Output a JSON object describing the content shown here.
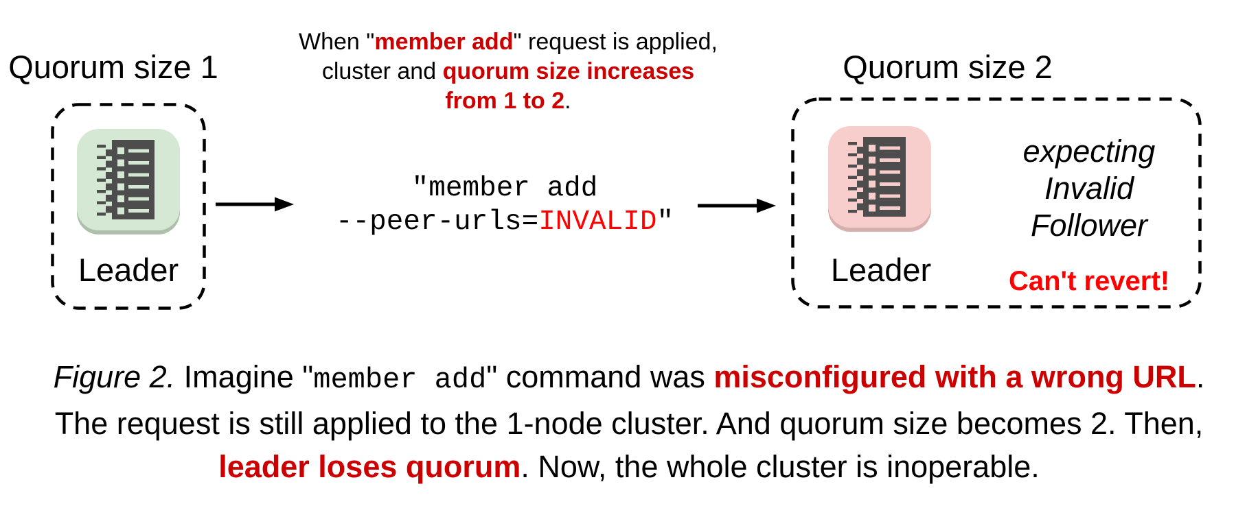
{
  "figure": {
    "left_cluster": {
      "title": "Quorum size 1",
      "node_label": "Leader"
    },
    "annotation": {
      "line1_black": "When \"",
      "line1_red": "member add",
      "line1_black2": "\" request is applied,",
      "line2_black": "cluster and ",
      "line2_red": "quorum size increases",
      "line3_red": "from 1 to 2",
      "line3_black": "."
    },
    "command": {
      "line1": "\"member add",
      "line2_black": "--peer-urls=",
      "line2_red": "INVALID",
      "line2_black2": "\""
    },
    "right_cluster": {
      "title": "Quorum size 2",
      "node_label": "Leader",
      "note_lines": [
        "expecting",
        "Invalid",
        "Follower"
      ],
      "warning": "Can't revert!"
    },
    "caption": {
      "line1_italic": "Figure 2.",
      "line1_black": " Imagine \"",
      "line1_mono": "member add",
      "line1_black2": "\" command was ",
      "line1_red": "misconfigured with a wrong URL",
      "line1_black3": ".",
      "line2": "The request is still applied to the 1-node cluster. And quorum size becomes 2. Then,",
      "line3_red": "leader loses quorum",
      "line3_black": ". Now, the whole cluster is inoperable."
    }
  },
  "icons": {
    "left_node": "server-log-icon",
    "right_node": "server-log-icon",
    "arrow": "arrow-right-icon"
  },
  "colors": {
    "dark_red": "#cc0000",
    "bright_red": "#ff0000",
    "black": "#000000",
    "node_healthy_bg": "#d5e8d4",
    "node_healthy_edge": "#aebfab",
    "node_broken_bg": "#f8cecc",
    "node_broken_edge": "#d6b0ae",
    "glyph_dark": "#4d4d4d",
    "background": "#ffffff"
  }
}
